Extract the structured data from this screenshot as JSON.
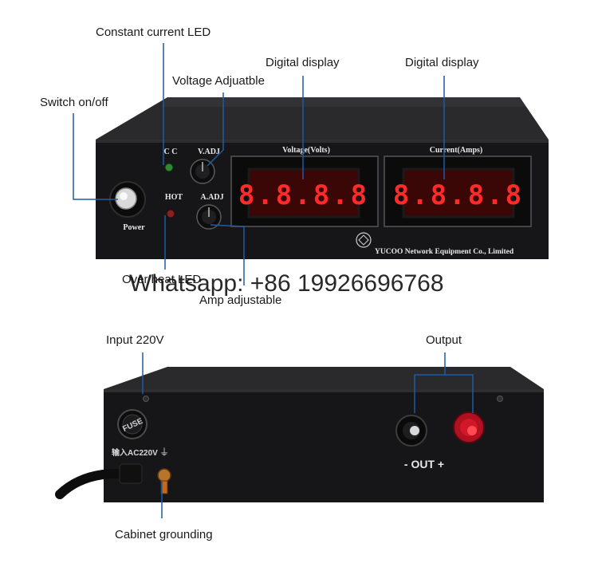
{
  "callouts": {
    "constant_current_led": "Constant current LED",
    "digital_display_left": "Digital display",
    "digital_display_right": "Digital display",
    "voltage_adjustable": "Voltage Adjuatble",
    "switch_on_off": "Switch on/off",
    "over_heat_led": "Over heat LED",
    "amp_adjustable": "Amp adjustable",
    "input_220v": "Input 220V",
    "output": "Output",
    "cabinet_grounding": "Cabinet grounding"
  },
  "front_panel": {
    "cc_label": "C C",
    "vadj_label": "V.ADJ",
    "hot_label": "HOT",
    "aadj_label": "A.ADJ",
    "power_label": "Power",
    "voltage_header": "Voltage(Volts)",
    "current_header": "Current(Amps)",
    "voltage_readout": "8.8.8.8",
    "current_readout": "8.8.8.8",
    "company": "YUCOO Network Equipment Co., Limited"
  },
  "back_panel": {
    "fuse_label": "FUSE",
    "input_label": "输入AC220V",
    "ground_symbol": "⏚",
    "out_label": "- OUT +"
  },
  "watermark": "Whatsapp: +86 19926696768",
  "colors": {
    "leader_line": "#1e5aa8",
    "chassis": "#1b1b1d",
    "display_red": "#ff2a2a",
    "cc_led": "#2f8a2f",
    "hot_led": "#8a1f1f",
    "positive_terminal": "#b01020"
  }
}
